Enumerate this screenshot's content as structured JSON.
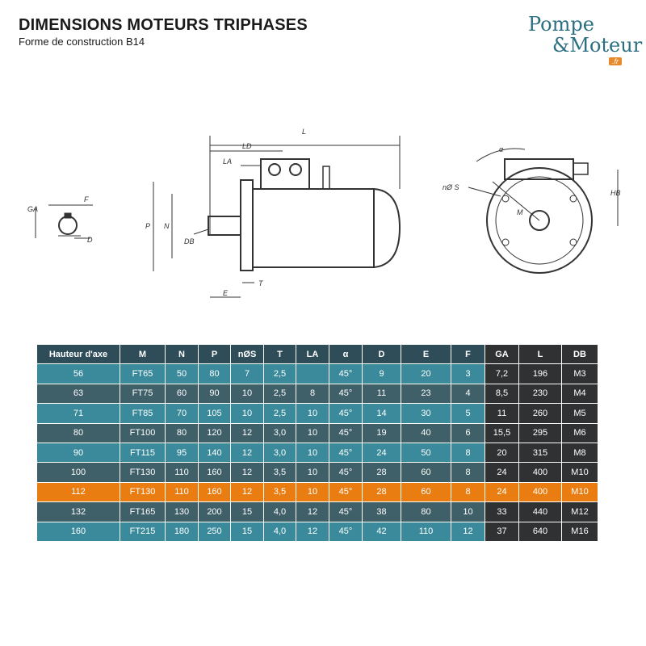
{
  "header": {
    "title": "DIMENSIONS MOTEURS TRIPHASES",
    "subtitle": "Forme de construction B14"
  },
  "logo": {
    "line1": "Pompe",
    "line2": "&Moteur",
    "badge": ".fr",
    "color": "#2b6f82",
    "badge_color": "#e8892a"
  },
  "drawing_labels": {
    "L": "L",
    "LD": "LD",
    "LA": "LA",
    "P": "P",
    "N": "N",
    "DB": "DB",
    "T": "T",
    "E": "E",
    "GA": "GA",
    "F": "F",
    "D": "D",
    "alpha": "α",
    "nS": "nØ S",
    "M": "M",
    "HB": "HB"
  },
  "table": {
    "headers": [
      "Hauteur d'axe",
      "M",
      "N",
      "P",
      "nØS",
      "T",
      "LA",
      "α",
      "D",
      "E",
      "F",
      "GA",
      "L",
      "DB"
    ],
    "rows": [
      [
        "56",
        "FT65",
        "50",
        "80",
        "7",
        "2,5",
        "",
        "45°",
        "9",
        "20",
        "3",
        "7,2",
        "196",
        "M3"
      ],
      [
        "63",
        "FT75",
        "60",
        "90",
        "10",
        "2,5",
        "8",
        "45°",
        "11",
        "23",
        "4",
        "8,5",
        "230",
        "M4"
      ],
      [
        "71",
        "FT85",
        "70",
        "105",
        "10",
        "2,5",
        "10",
        "45°",
        "14",
        "30",
        "5",
        "11",
        "260",
        "M5"
      ],
      [
        "80",
        "FT100",
        "80",
        "120",
        "12",
        "3,0",
        "10",
        "45°",
        "19",
        "40",
        "6",
        "15,5",
        "295",
        "M6"
      ],
      [
        "90",
        "FT115",
        "95",
        "140",
        "12",
        "3,0",
        "10",
        "45°",
        "24",
        "50",
        "8",
        "20",
        "315",
        "M8"
      ],
      [
        "100",
        "FT130",
        "110",
        "160",
        "12",
        "3,5",
        "10",
        "45°",
        "28",
        "60",
        "8",
        "24",
        "400",
        "M10"
      ],
      [
        "112",
        "FT130",
        "110",
        "160",
        "12",
        "3,5",
        "10",
        "45°",
        "28",
        "60",
        "8",
        "24",
        "400",
        "M10"
      ],
      [
        "132",
        "FT165",
        "130",
        "200",
        "15",
        "4,0",
        "12",
        "45°",
        "38",
        "80",
        "10",
        "33",
        "440",
        "M12"
      ],
      [
        "160",
        "FT215",
        "180",
        "250",
        "15",
        "4,0",
        "12",
        "45°",
        "42",
        "110",
        "12",
        "37",
        "640",
        "M16"
      ]
    ],
    "highlight_row": "112",
    "colors": {
      "header": "#2f4d59",
      "row_light": "#3a8a9b",
      "row_dark": "#3f5f69",
      "highlight": "#ea7d12",
      "dark_columns": "#303133"
    }
  }
}
